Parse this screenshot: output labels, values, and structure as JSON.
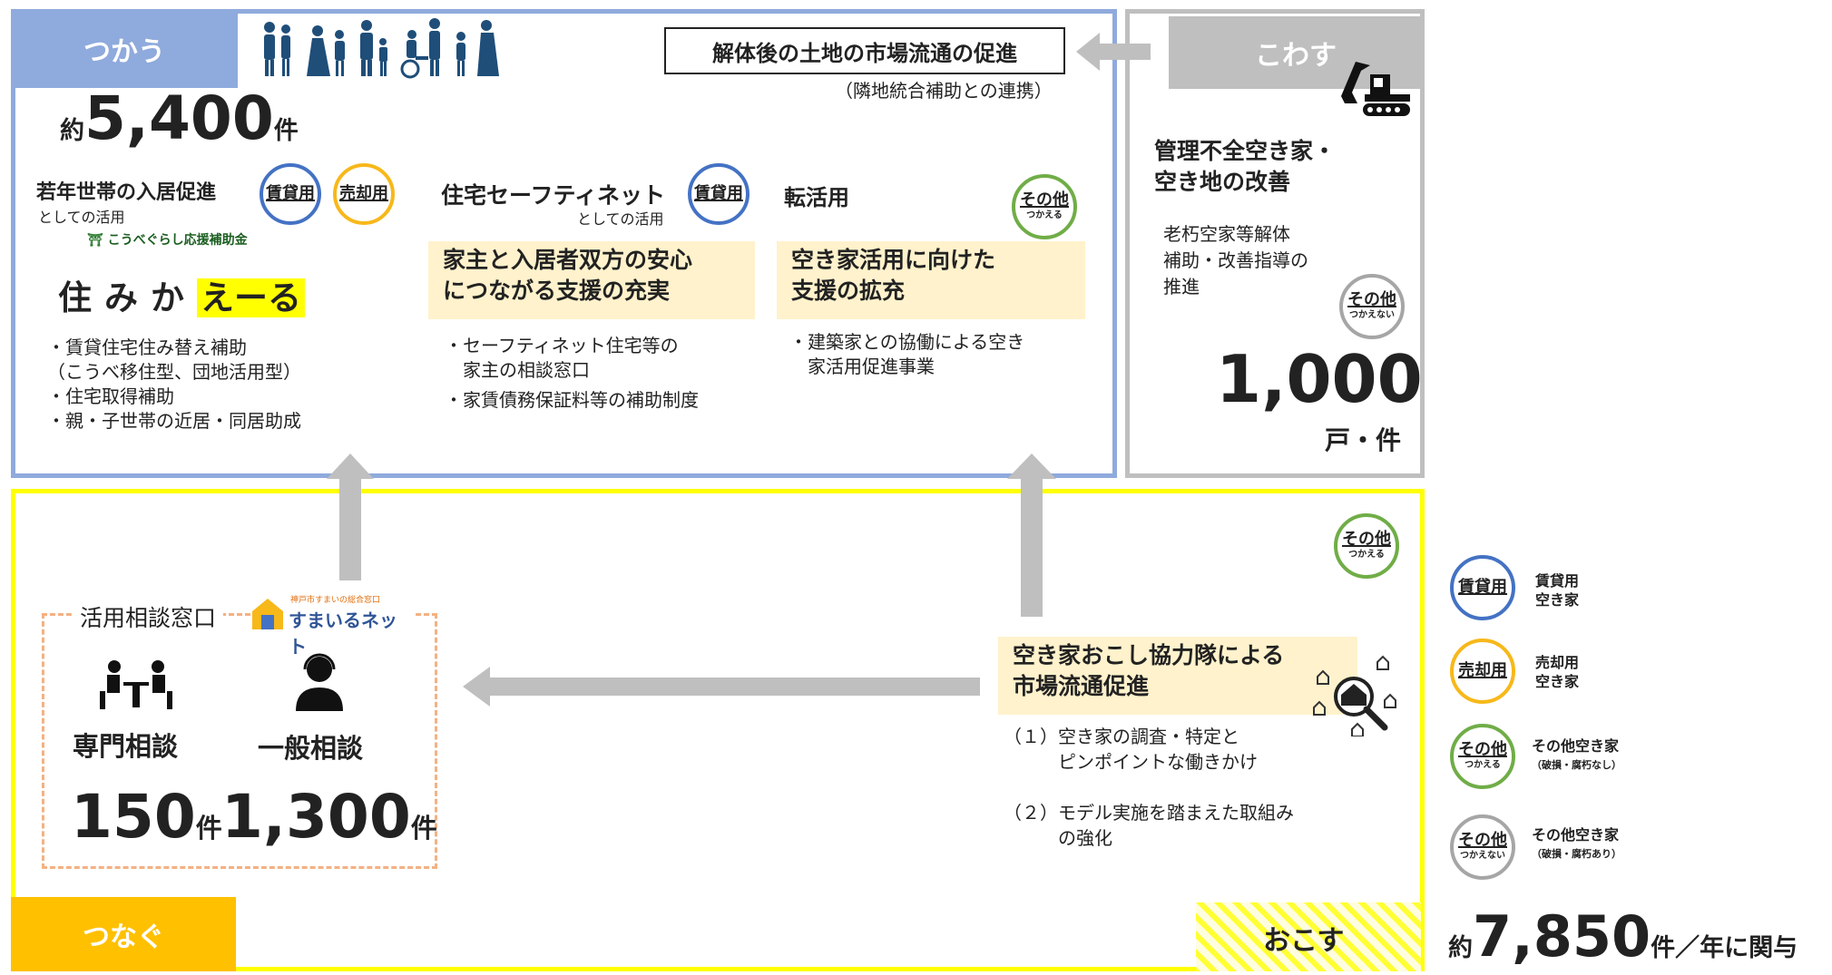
{
  "use": {
    "tab": "つかう",
    "count_prefix": "約",
    "count_value": "5,400",
    "count_unit": "件",
    "market_box": "解体後の土地の市場流通の促進",
    "market_note": "（隣地統合補助との連携）",
    "col1": {
      "title": "若年世帯の入居促進",
      "subtitle": "としての活用",
      "subsidy_logo": "こうべぐらし応援補助金",
      "logo_part1": "住みか",
      "logo_part2": "えーる",
      "lines": [
        "・賃貸住宅住み替え補助",
        "（こうべ移住型、団地活用型）",
        "・住宅取得補助",
        "・親・子世帯の近居・同居助成"
      ]
    },
    "col2": {
      "title": "住宅セーフティネット",
      "subtitle": "としての活用",
      "highlight": [
        "家主と入居者双方の安心",
        "につながる支援の充実"
      ],
      "lines": [
        "・セーフティネット住宅等の",
        "　家主の相談窓口",
        "・家賃債務保証料等の補助制度"
      ]
    },
    "col3": {
      "title": "転活用",
      "highlight": [
        "空き家活用に向けた",
        "支援の拡充"
      ],
      "lines": [
        "・建築家との協働による空き",
        "　家活用促進事業"
      ]
    }
  },
  "break": {
    "tab": "こわす",
    "title": [
      "管理不全空き家・",
      "空き地の改善"
    ],
    "lines": [
      "老朽空家等解体",
      "補助・改善指導の",
      "推進"
    ],
    "count_value": "1,000",
    "count_unit": "戸・件"
  },
  "connect": {
    "tab": "つなぐ",
    "consult_title": "活用相談窓口",
    "consult_logo_small": "神戸市すまいの総合窓口",
    "consult_logo": "すまいるネット",
    "expert_label": "専門相談",
    "general_label": "一般相談",
    "expert_value": "150",
    "general_value": "1,300",
    "unit": "件"
  },
  "wake": {
    "tab": "おこす",
    "highlight": [
      "空き家おこし協力隊による",
      "市場流通促進"
    ],
    "item1": [
      "（１）空き家の調査・特定と",
      "　　　ピンポイントな働きかけ"
    ],
    "item2": [
      "（２）モデル実施を踏まえた取組み",
      "　　　の強化"
    ]
  },
  "badges": {
    "rent": "賃貸用",
    "sale": "売却用",
    "other": "その他",
    "usable": "つかえる",
    "unusable": "つかえない"
  },
  "legend": [
    {
      "badge": "賃貸用",
      "label": [
        "賃貸用",
        "空き家"
      ],
      "color": "#4472c4"
    },
    {
      "badge": "売却用",
      "label": [
        "売却用",
        "空き家"
      ],
      "color": "#f7b81a"
    },
    {
      "badge": "その他",
      "sub": "つかえる",
      "label": [
        "その他空き家",
        "（破損・腐朽なし）"
      ],
      "color": "#70ad47"
    },
    {
      "badge": "その他",
      "sub": "つかえない",
      "label": [
        "その他空き家",
        "（破損・腐朽あり）"
      ],
      "color": "#a6a6a6"
    }
  ],
  "total": {
    "prefix": "約",
    "value": "7,850",
    "suffix": "件／年に関与"
  },
  "colors": {
    "use_border": "#8faadc",
    "break_border": "#bfbfbf",
    "connect_border": "#ffff00",
    "connect_tab": "#ffc000",
    "highlight_bg": "#fff2cc"
  }
}
